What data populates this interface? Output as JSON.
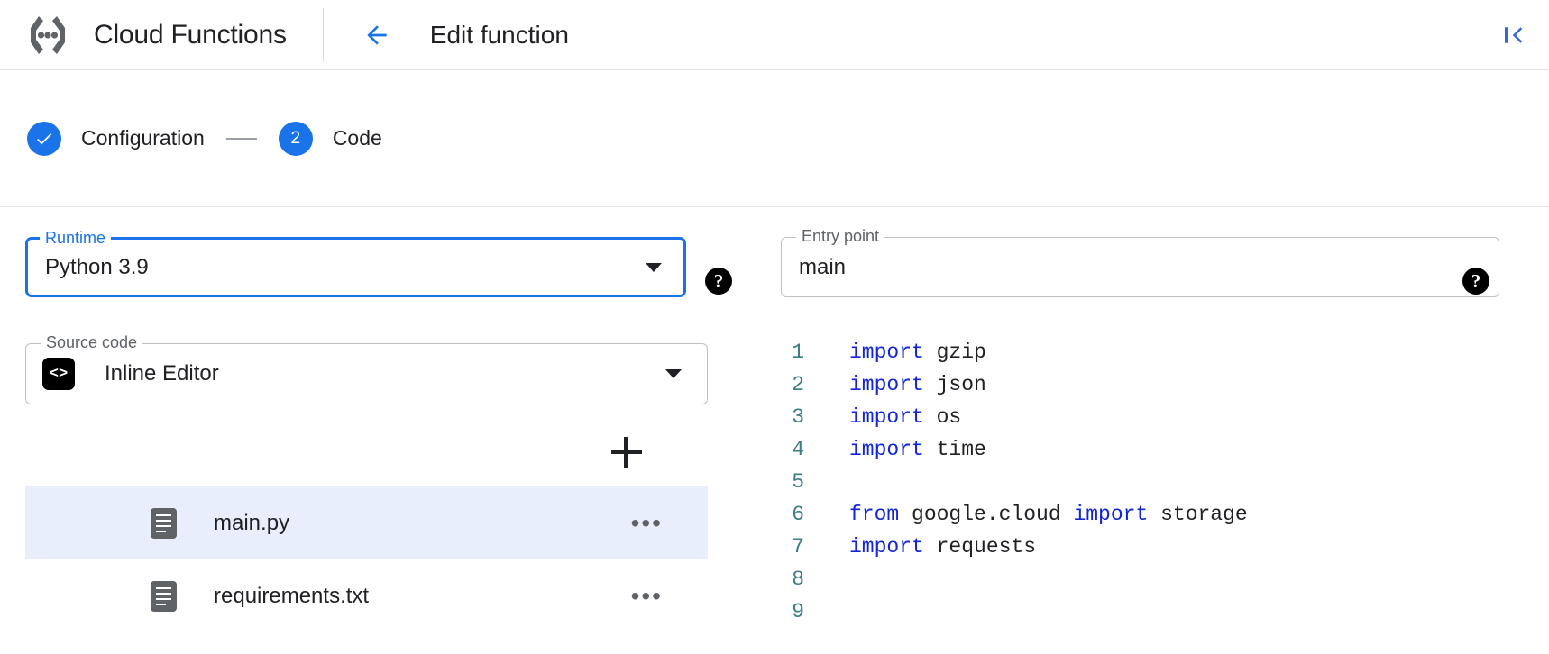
{
  "header": {
    "logo_icon": "cloud-functions-logo",
    "brand": "Cloud Functions",
    "back_icon": "arrow-left-icon",
    "page_title": "Edit function",
    "collapse_icon": "collapse-panel-icon"
  },
  "stepper": {
    "steps": [
      {
        "marker": "✓",
        "label": "Configuration",
        "state": "completed"
      },
      {
        "marker": "2",
        "label": "Code",
        "state": "active"
      }
    ],
    "connector": "—",
    "accent_color": "#1a73e8"
  },
  "form": {
    "runtime": {
      "legend": "Runtime",
      "value": "Python 3.9",
      "caret_icon": "chevron-down-icon",
      "help_icon": "help-filled-icon",
      "focused": true
    },
    "entry_point": {
      "legend": "Entry point",
      "value": "main",
      "help_icon": "help-filled-icon"
    },
    "source_code": {
      "legend": "Source code",
      "value": "Inline Editor",
      "leading_icon": "code-brackets-icon",
      "leading_icon_glyph": "<>",
      "caret_icon": "chevron-down-icon"
    }
  },
  "files": {
    "add_icon": "add-plus-icon",
    "items": [
      {
        "name": "main.py",
        "icon": "file-description-icon",
        "menu_icon": "more-horizontal-icon",
        "selected": true
      },
      {
        "name": "requirements.txt",
        "icon": "file-description-icon",
        "menu_icon": "more-horizontal-icon",
        "selected": false
      }
    ],
    "selected_bg": "#e8eefc"
  },
  "editor": {
    "lines": [
      {
        "n": "1",
        "tokens": [
          {
            "t": "import",
            "k": true
          },
          {
            "t": " gzip",
            "k": false
          }
        ]
      },
      {
        "n": "2",
        "tokens": [
          {
            "t": "import",
            "k": true
          },
          {
            "t": " json",
            "k": false
          }
        ]
      },
      {
        "n": "3",
        "tokens": [
          {
            "t": "import",
            "k": true
          },
          {
            "t": " os",
            "k": false
          }
        ]
      },
      {
        "n": "4",
        "tokens": [
          {
            "t": "import",
            "k": true
          },
          {
            "t": " time",
            "k": false
          }
        ]
      },
      {
        "n": "5",
        "tokens": []
      },
      {
        "n": "6",
        "tokens": [
          {
            "t": "from",
            "k": true
          },
          {
            "t": " google.cloud ",
            "k": false
          },
          {
            "t": "import",
            "k": true
          },
          {
            "t": " storage",
            "k": false
          }
        ]
      },
      {
        "n": "7",
        "tokens": [
          {
            "t": "import",
            "k": true
          },
          {
            "t": " requests",
            "k": false
          }
        ]
      },
      {
        "n": "8",
        "tokens": []
      },
      {
        "n": "9",
        "tokens": []
      }
    ],
    "keyword_color": "#1226d8",
    "linenumber_color": "#3c7d86",
    "text_color": "#202124"
  }
}
